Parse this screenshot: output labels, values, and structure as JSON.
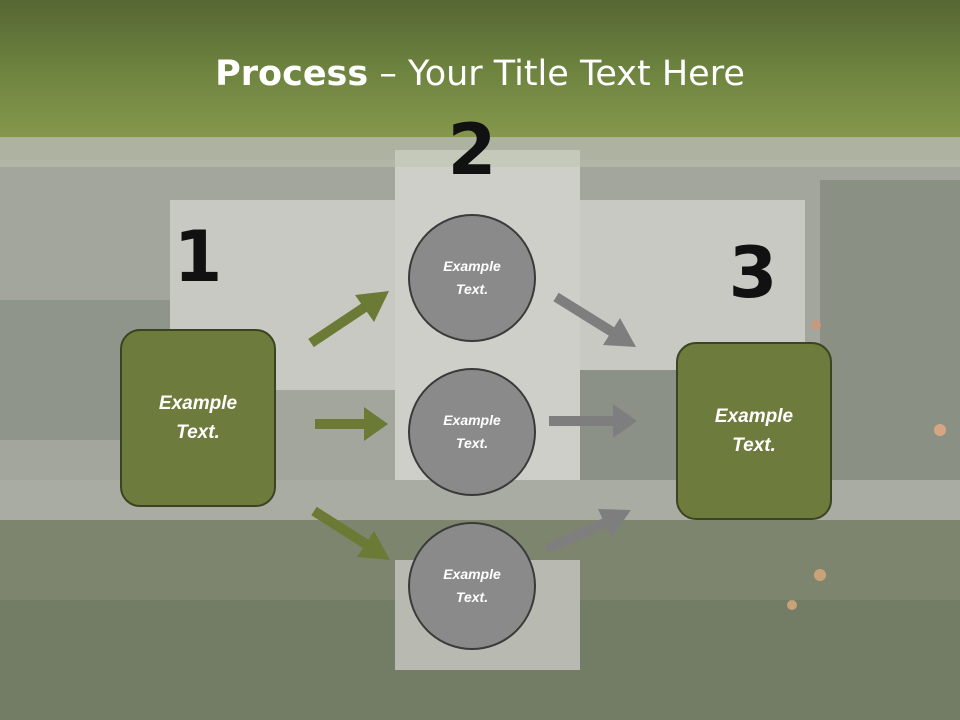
{
  "title": {
    "bold": "Process",
    "rest": " – Your Title Text Here"
  },
  "steps": {
    "one": "1",
    "two": "2",
    "three": "3"
  },
  "left_box": {
    "text": "Example\nText."
  },
  "right_box": {
    "text": "Example\nText."
  },
  "circles": [
    {
      "text": "Example\nText."
    },
    {
      "text": "Example\nText."
    },
    {
      "text": "Example\nText."
    }
  ],
  "colors": {
    "header": "#6f8540",
    "box_fill": "#6d7b3c",
    "circle_fill": "#8a8a8a",
    "green_arrow": "#6b7a35",
    "gray_arrow": "#7e7e7e"
  }
}
